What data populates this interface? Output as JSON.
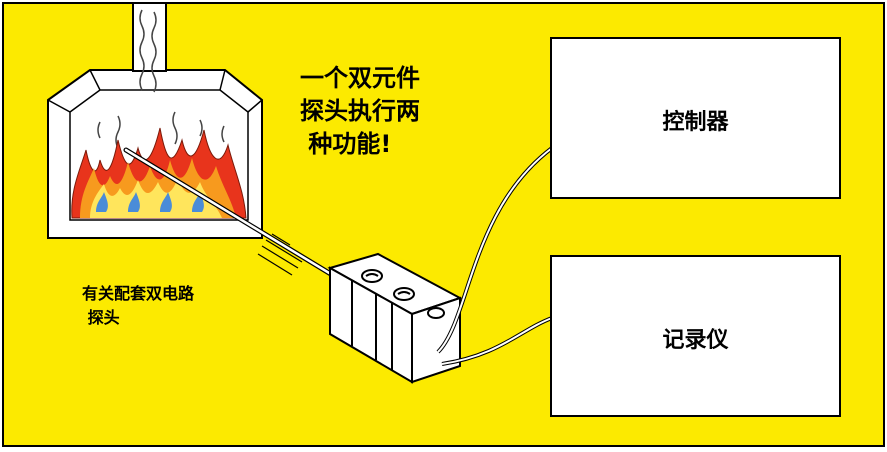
{
  "colors": {
    "background": "#FCEA00",
    "box_fill": "#FFFFFF",
    "outline": "#000000",
    "flame_red": "#E8341C",
    "flame_orange": "#F79A1E",
    "flame_yellow": "#FFE55C",
    "flame_blue": "#4A8CD8"
  },
  "slogan": {
    "line1": "一个双元件",
    "line2": "探头执行两",
    "line3": " 种功能!"
  },
  "probe_note": {
    "line1": "有关配套双电路",
    "line2": " 探头"
  },
  "controller": {
    "label": "控制器"
  },
  "recorder": {
    "label": "记录仪"
  },
  "icons": {
    "furnace": "furnace-icon",
    "probe": "thermocouple-probe-icon",
    "connector": "terminal-block-icon"
  }
}
